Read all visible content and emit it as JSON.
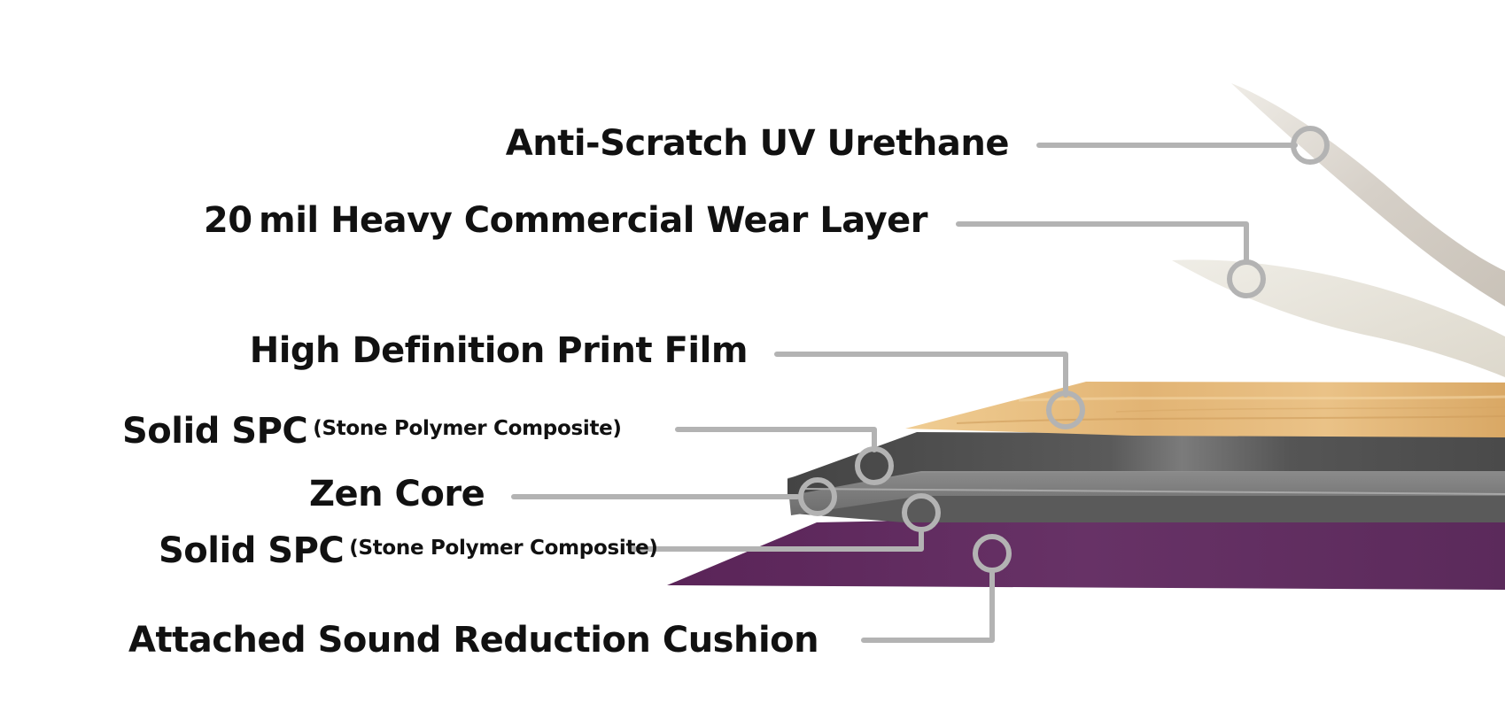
{
  "layers": {
    "uv_coating": "Anti-Scratch UV Urethane",
    "wear_layer": "20 mil Heavy Commercial Wear Layer",
    "print_film": "High Definition Print Film",
    "spc_top": {
      "main": "Solid SPC",
      "sub": "(Stone Polymer Composite)"
    },
    "core": "Zen Core",
    "spc_bottom": {
      "main": "Solid SPC",
      "sub": "(Stone Polymer Composite)"
    },
    "cushion": "Attached Sound Reduction Cushion"
  },
  "colors": {
    "leader_line": "#b3b3b3",
    "uv_film": "#d9d4cc",
    "wear_film": "#e6e2d8",
    "wood_print": "#e3b77a",
    "spc_dark": "#575757",
    "core_gray": "#7a7a7a",
    "cushion_purple": "#5e2a5e"
  }
}
